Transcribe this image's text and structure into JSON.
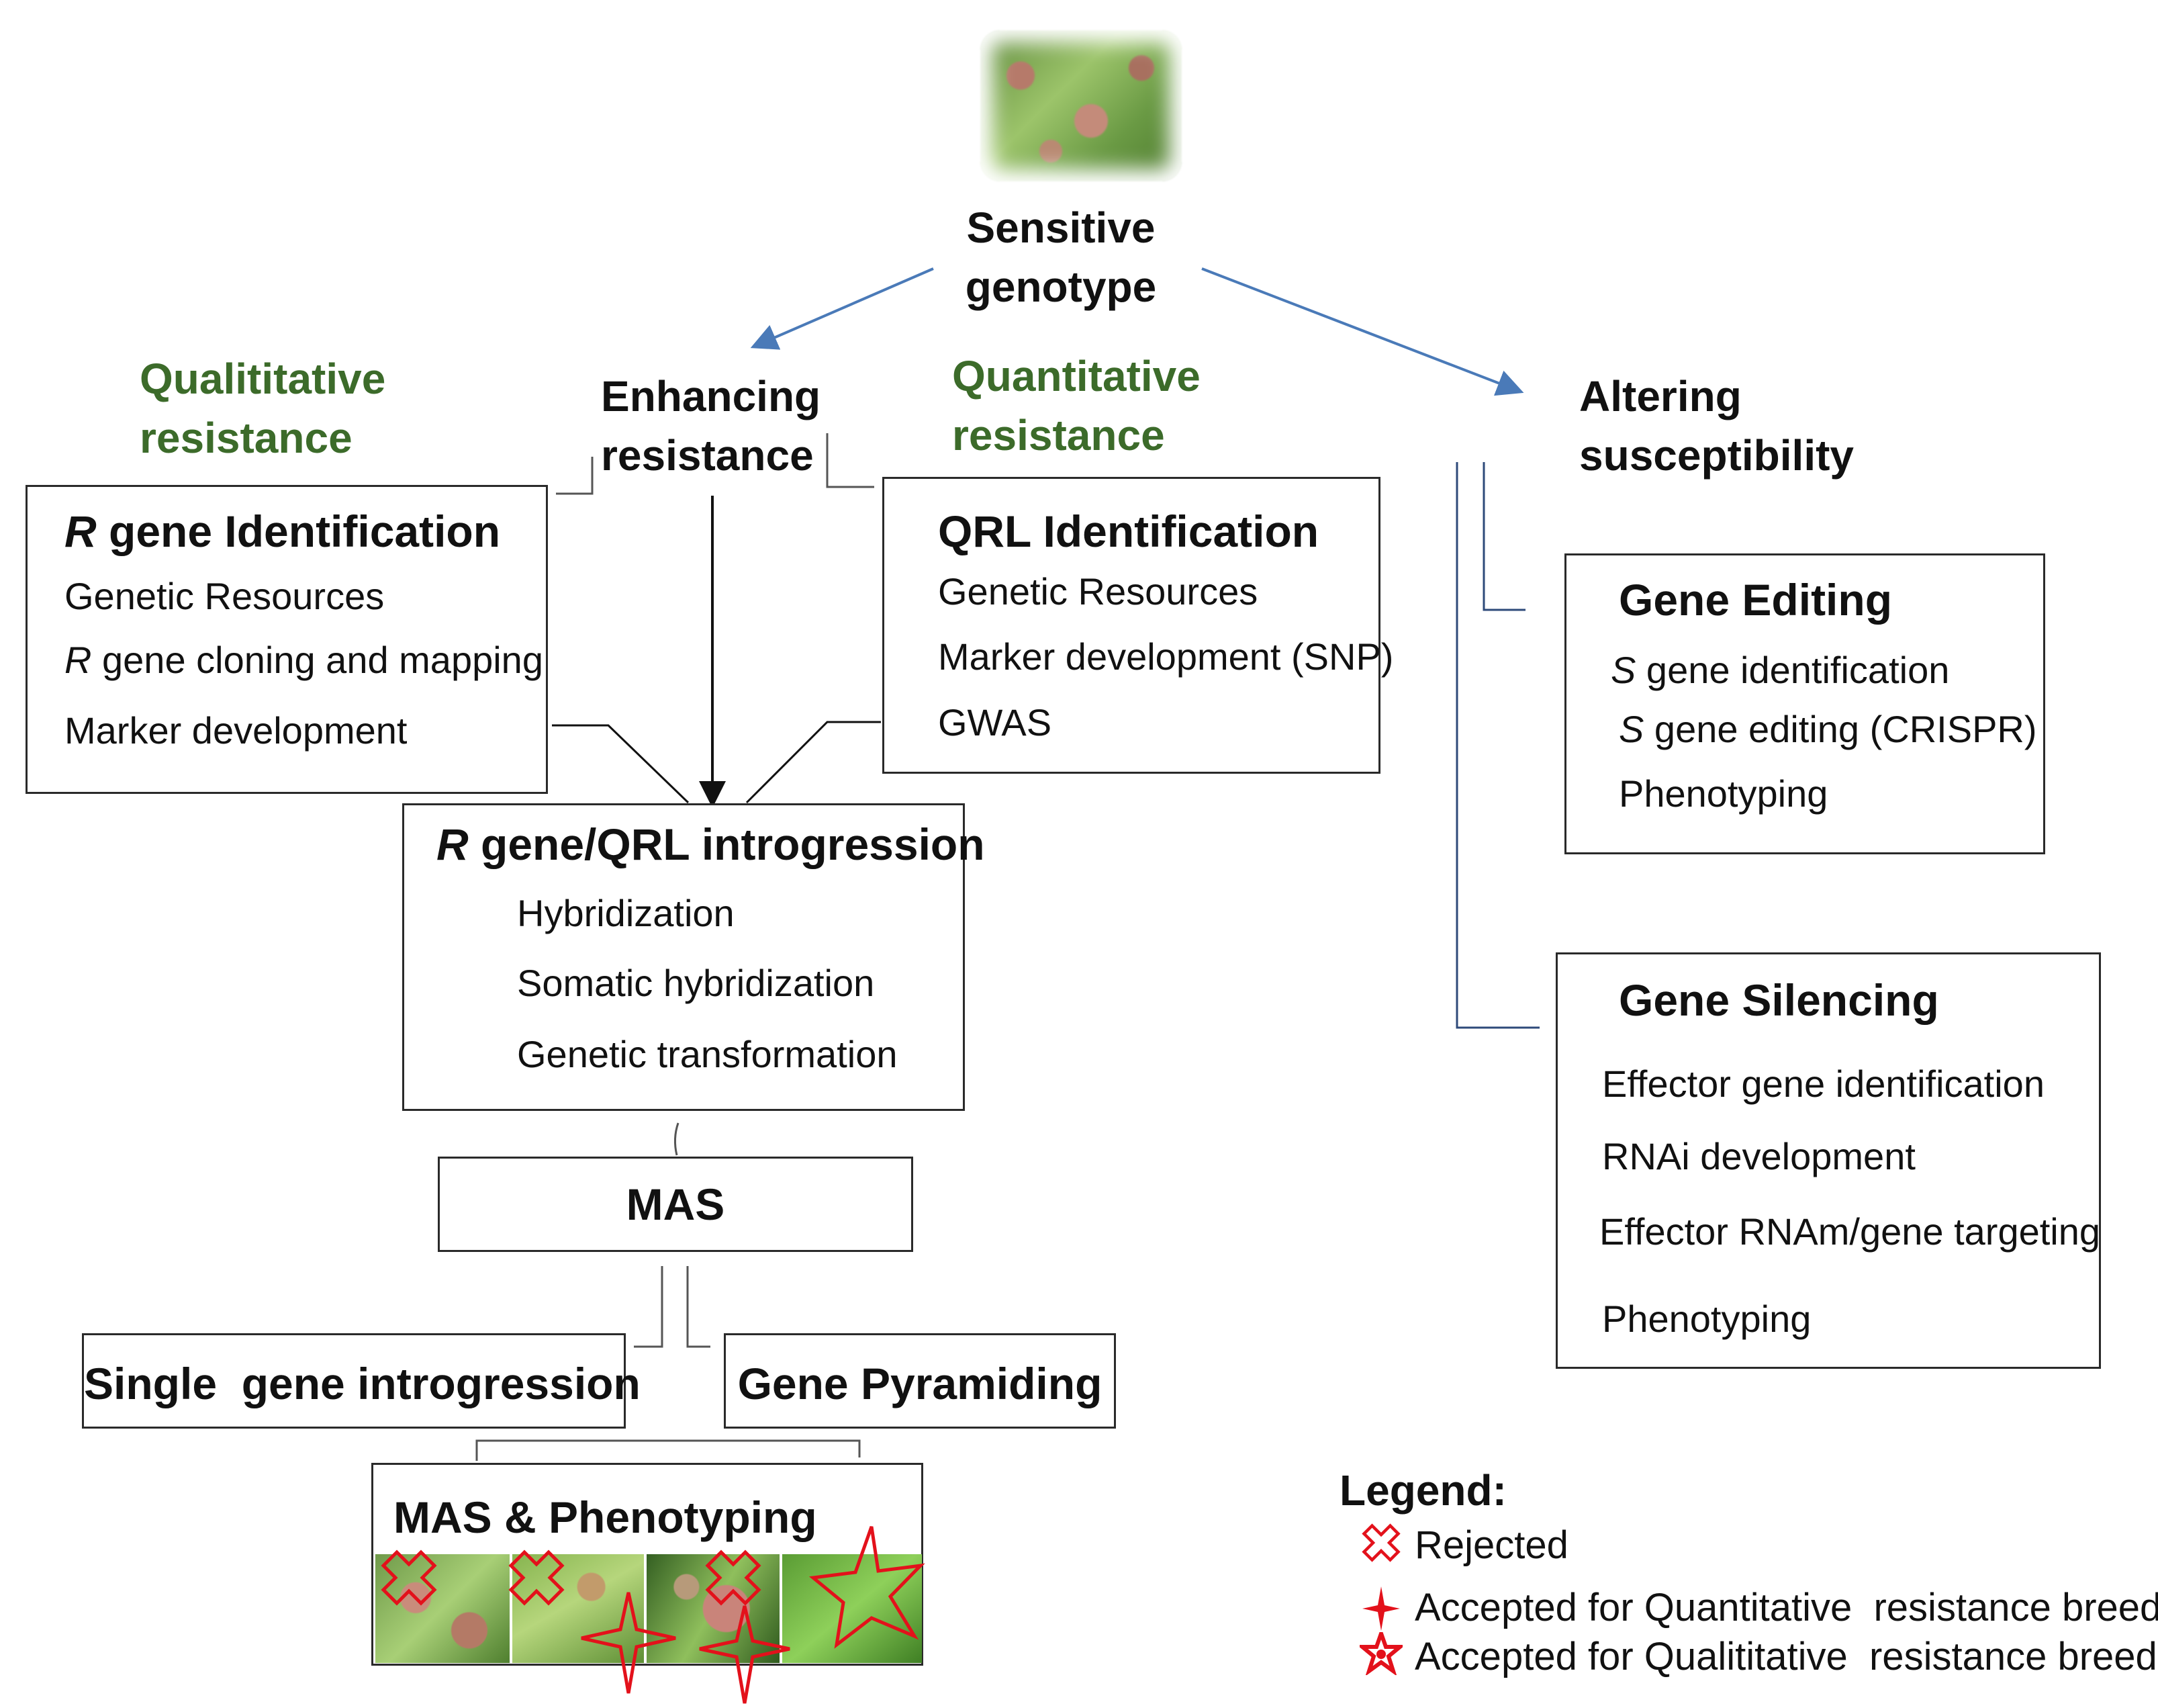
{
  "top": {
    "label_line1": "Sensitive",
    "label_line2": "genotype",
    "image": "diseased-leaf-photo"
  },
  "branches": {
    "enhancing": {
      "line1": "Enhancing",
      "line2": "resistance"
    },
    "altering": {
      "line1": "Altering",
      "line2": "susceptibility"
    },
    "qualitative": {
      "line1": "Qualititative",
      "line2": "resistance"
    },
    "quantitative": {
      "line1": "Quantitative",
      "line2": "resistance"
    }
  },
  "r_gene_box": {
    "title_italic": "R",
    "title_rest": " gene Identification",
    "items": [
      {
        "italic": "",
        "text": "Genetic Resources"
      },
      {
        "italic": "R",
        "text": " gene cloning and mapping"
      },
      {
        "italic": "",
        "text": "Marker development"
      }
    ]
  },
  "qrl_box": {
    "title": "QRL Identification",
    "items": [
      "Genetic Resources",
      "Marker development (SNP)",
      "GWAS"
    ]
  },
  "introgression_box": {
    "title_italic": "R",
    "title_rest": " gene/QRL introgression",
    "items": [
      "Hybridization",
      "Somatic hybridization",
      "Genetic transformation"
    ]
  },
  "mas_box": {
    "title": "MAS"
  },
  "single_box": {
    "title": "Single  gene introgression"
  },
  "pyramiding_box": {
    "title": "Gene Pyramiding"
  },
  "phenotyping_box": {
    "title": "MAS & Phenotyping"
  },
  "gene_editing_box": {
    "title": "Gene Editing",
    "items": [
      {
        "italic": "S",
        "text": " gene identification"
      },
      {
        "italic": "S",
        "text": " gene editing (CRISPR)"
      },
      {
        "italic": "",
        "text": "Phenotyping"
      }
    ]
  },
  "gene_silencing_box": {
    "title": "Gene Silencing",
    "items": [
      "Effector gene identification",
      "RNAi development",
      "Effector RNAm/gene targeting",
      "Phenotyping"
    ]
  },
  "legend": {
    "title": "Legend:",
    "items": [
      {
        "icon": "x-outline-icon",
        "label": "Rejected"
      },
      {
        "icon": "four-point-star-icon",
        "label": "Accepted for Quantitative  resistance breeding"
      },
      {
        "icon": "five-point-star-icon",
        "label": "Accepted for Qualititative  resistance breeding"
      }
    ]
  },
  "colors": {
    "arrow": "#4a7ab8",
    "green_label": "#3c6b2a",
    "marker_red": "#e3111b",
    "box_border": "#2a2a2a"
  }
}
